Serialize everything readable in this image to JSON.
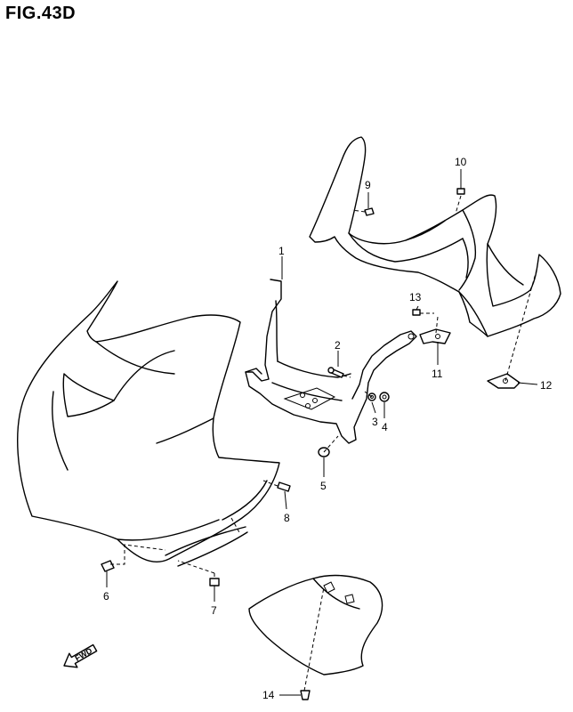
{
  "figure": {
    "title": "FIG.43D"
  },
  "direction_marker": {
    "label": "FWD",
    "icon": "forward-arrow-icon"
  },
  "callouts": [
    {
      "id": "1",
      "label": "1"
    },
    {
      "id": "2",
      "label": "2"
    },
    {
      "id": "3",
      "label": "3"
    },
    {
      "id": "4",
      "label": "4"
    },
    {
      "id": "5",
      "label": "5"
    },
    {
      "id": "6",
      "label": "6"
    },
    {
      "id": "7",
      "label": "7"
    },
    {
      "id": "8",
      "label": "8"
    },
    {
      "id": "9",
      "label": "9"
    },
    {
      "id": "10",
      "label": "10"
    },
    {
      "id": "11",
      "label": "11"
    },
    {
      "id": "12",
      "label": "12"
    },
    {
      "id": "13",
      "label": "13"
    },
    {
      "id": "14",
      "label": "14"
    }
  ]
}
